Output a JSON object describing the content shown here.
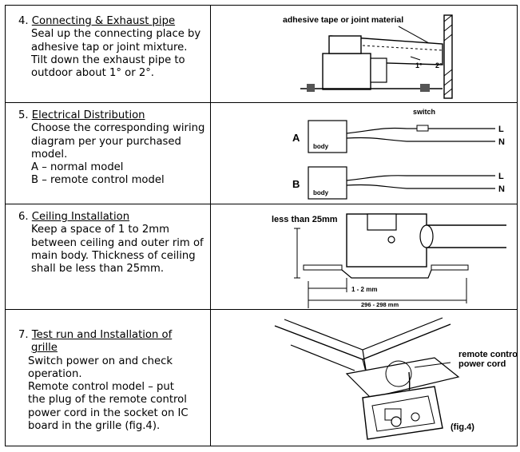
{
  "steps": [
    {
      "number": "4.",
      "title": "Connecting & Exhaust pipe",
      "lines": [
        "Seal up the connecting place by",
        "adhesive tap or joint mixture.",
        "Tilt down the exhaust pipe to",
        "outdoor about 1° or 2°."
      ],
      "figure": {
        "label": "adhesive tape or joint material",
        "angle_1": "1°",
        "angle_2": "2°"
      }
    },
    {
      "number": "5.",
      "title": "Electrical Distribution",
      "lines": [
        "Choose the corresponding wiring",
        "diagram per your  purchased",
        "model.",
        "A – normal model",
        "B – remote control model"
      ],
      "figure": {
        "switch_label": "switch",
        "diagram_a": "A",
        "diagram_b": "B",
        "body_label": "body",
        "line_l": "L",
        "line_n": "N"
      }
    },
    {
      "number": "6.",
      "title": "Ceiling Installation",
      "lines": [
        "Keep a space of 1 to 2mm",
        "between ceiling and outer rim of",
        "main body. Thickness of ceiling",
        "shall be less than 25mm."
      ],
      "figure": {
        "label": "less than 25mm",
        "gap_label": "1 - 2 mm",
        "width_label": "296 - 298 mm"
      }
    },
    {
      "number": "7.",
      "title_line1": "Test run and Installation of",
      "title_line2": "grille",
      "lines": [
        "Switch power on and check",
        "operation.",
        "Remote control model – put",
        "the plug of the remote control",
        "power cord in the socket on IC",
        "board in the grille (fig.4)."
      ],
      "figure": {
        "label_line1": "remote control",
        "label_line2": "power cord",
        "caption": "(fig.4)"
      }
    }
  ]
}
